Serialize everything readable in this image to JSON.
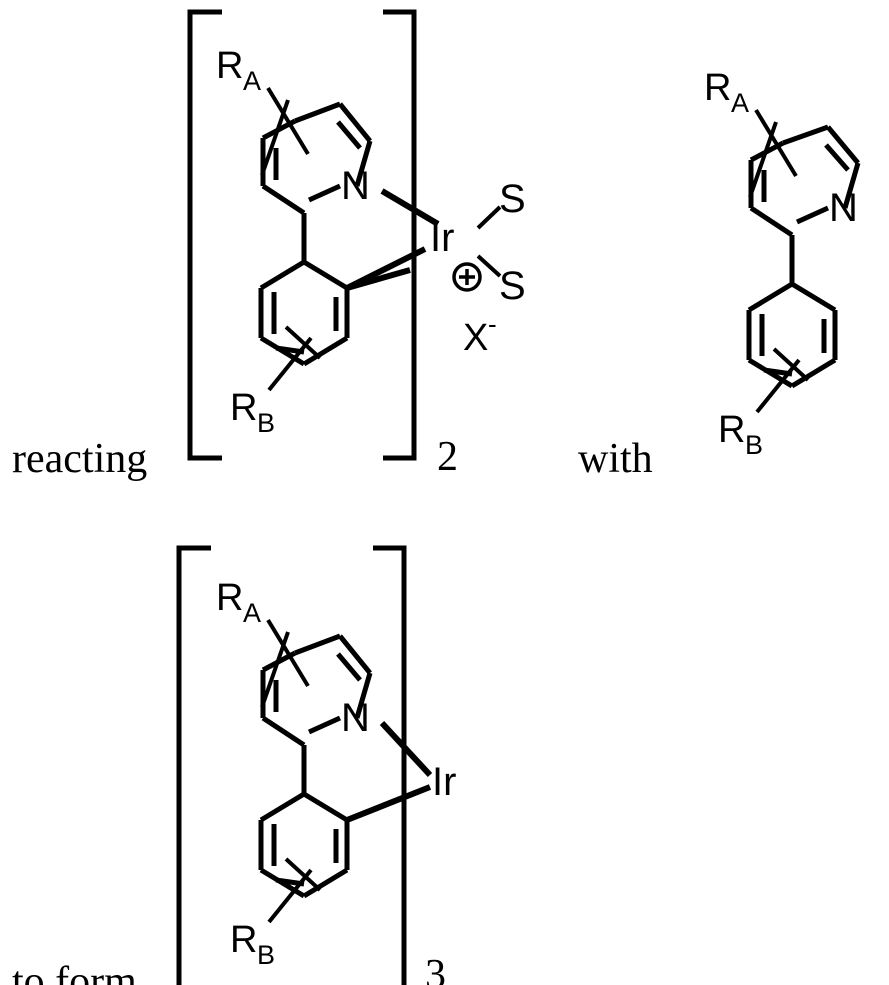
{
  "document": {
    "type": "chemical-reaction-scheme",
    "background_color": "#ffffff",
    "line_color": "#000000"
  },
  "text": {
    "reacting": "reacting",
    "with": "with",
    "to_form": "to form"
  },
  "labels": {
    "R_A": "R",
    "R_A_sub": "A",
    "R_B": "R",
    "R_B_sub": "B",
    "nitrogen": "N",
    "iridium": "Ir",
    "sulfur": "S",
    "counterion": "X",
    "counterion_charge": "-",
    "metal_charge": "+"
  },
  "stoichiometry": {
    "dimer_subscript": "2",
    "tris_subscript": "3"
  },
  "structures": [
    {
      "id": "bis-cyclometalated-iridium-solvate-cation",
      "name": "[Ir(C^N)2(S)2]+ X-",
      "bracket": true,
      "subscript": "2",
      "ligand": "2-phenylpyridine",
      "substituents": [
        "R",
        "A",
        "R",
        "B"
      ],
      "metal": "Ir",
      "metal_charge": "+",
      "solvent_ligands": [
        "S",
        "S"
      ],
      "counterion": "X-"
    },
    {
      "id": "free-ligand-phenylpyridine",
      "name": "substituted 2-phenylpyridine",
      "bracket": false,
      "substituents": [
        "R",
        "A",
        "R",
        "B"
      ],
      "heteroatom": "N"
    },
    {
      "id": "tris-cyclometalated-iridium",
      "name": "Ir(C^N)3",
      "bracket": true,
      "subscript": "3",
      "ligand": "2-phenylpyridine",
      "substituents": [
        "R",
        "A",
        "R",
        "B"
      ],
      "metal": "Ir"
    }
  ]
}
